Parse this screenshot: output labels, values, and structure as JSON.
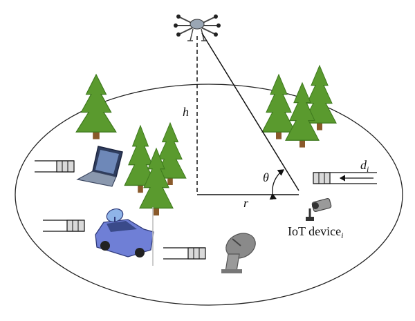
{
  "labels": {
    "height": "h",
    "angle": "θ",
    "radius": "r",
    "data_rate": "d",
    "data_rate_sub": "i",
    "device_label": "IoT device",
    "device_label_sub": "i"
  },
  "colors": {
    "tree_green": "#5a9a2e",
    "tree_dark": "#3f7a1e",
    "trunk": "#8a5a2b",
    "car_blue": "#6f7fd6",
    "laptop_grey": "#5b6b8a",
    "dish_grey": "#8a8a8a",
    "queue_fill": "#d9d9d9"
  },
  "icons": [
    "drone-icon",
    "laptop-icon",
    "car-with-dish-icon",
    "satellite-dish-icon",
    "camera-icon",
    "tree-icon",
    "queue-buffer-icon"
  ]
}
